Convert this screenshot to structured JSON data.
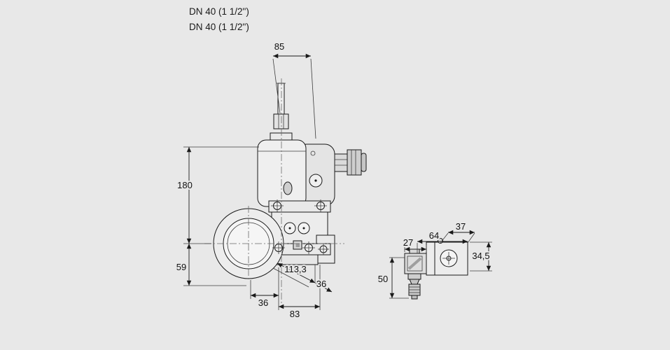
{
  "header": {
    "line1": "DN 40 (1 1/2\")",
    "line2": "DN 40 (1 1/2\")"
  },
  "main_view": {
    "dim_width_top": "85",
    "dim_height_upper": "180",
    "dim_height_lower": "59",
    "dim_depth": "113,3",
    "dim_offset_left": "36",
    "dim_length_bottom": "83",
    "dim_offset_right": "36"
  },
  "detail_view": {
    "dim_depth_top": "37",
    "dim_width_total": "64",
    "dim_width_connector": "27",
    "dim_height_body": "34,5",
    "dim_height_total": "50"
  },
  "colors": {
    "background": "#e8e8e8",
    "line": "#1a1a1a"
  }
}
